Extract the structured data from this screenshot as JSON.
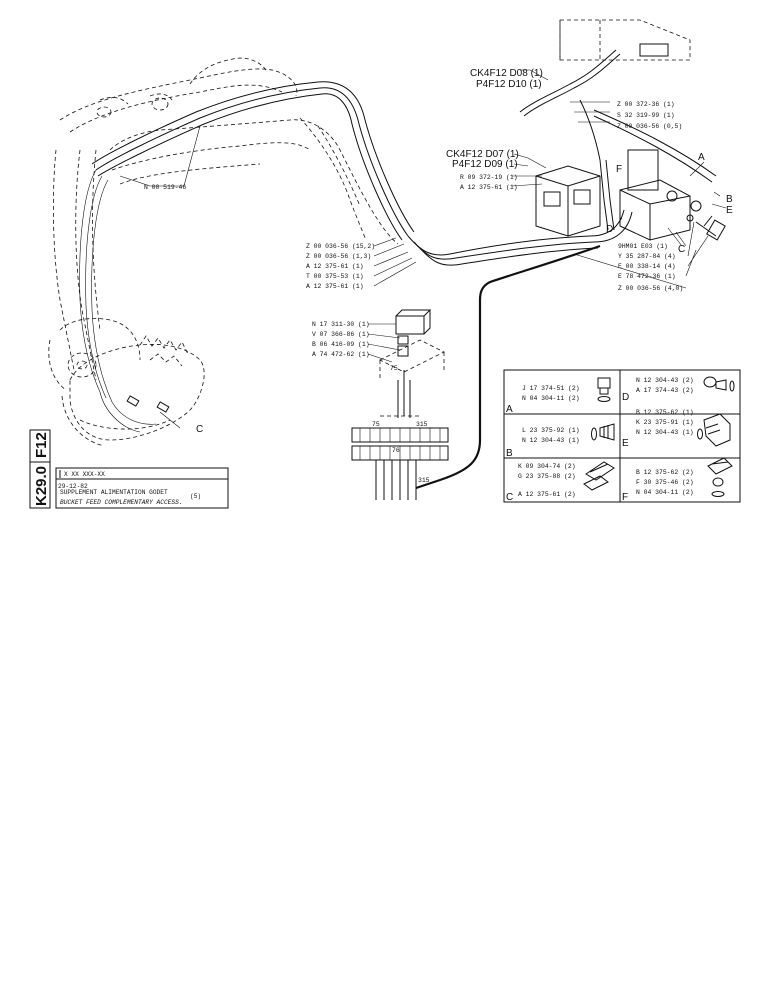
{
  "sheet": {
    "group_code": "F12",
    "page_code": "K29.0"
  },
  "title_block": {
    "ref_code": "X XX XXX-XX",
    "date": "29-12-82",
    "title_fr": "SUPPLEMENT ALIMENTATION GODET",
    "title_en": "BUCKET FEED COMPLEMENTARY ACCESS.",
    "page_ref": "(5)"
  },
  "boom_labels": {
    "n00519": "N 00 519-46"
  },
  "top_labels": {
    "ck4_a": "CK4F12 D08 (1)",
    "p4_a": "P4F12 D10 (1)",
    "z00372": "Z 00 372-36 (1)",
    "s32319": "S 32 319-99 (1)",
    "z00036_05": "Z 00 036-56 (0,5)",
    "ck4_b": "CK4F12 D07 (1)",
    "p4_b": "P4F12 D09 (1)",
    "r09372": "R 09 372-19 (1)",
    "a12375_top": "A 12 375-61 (1)"
  },
  "mid_labels": {
    "z00036_152": "Z 00 036-56 (15,2)",
    "z00036_13": "Z 00 036-56 (1,3)",
    "a12375_1": "A 12 375-61 (1)",
    "t00375": "T 00 375-53 (1)",
    "a12375_2": "A 12 375-61 (1)",
    "hm01": "9HM01 E03 (1)",
    "y35287": "Y 35 287-84 (4)",
    "e00338": "E 00 338-14 (4)",
    "e78472": "E 78 472-36 (1)",
    "z00036_40": "Z 00 036-56 (4,0)"
  },
  "electrical_labels": {
    "n17311": "N 17 311-30 (1)",
    "v07366": "V 07 366-86 (1)",
    "b06416": "B 06 416-09 (1)",
    "a74472": "A 74 472-62 (1)",
    "n75": "75",
    "n76": "76",
    "n315": "315"
  },
  "callouts": {
    "A": "A",
    "B": "B",
    "C": "C",
    "D": "D",
    "E": "E",
    "F": "F",
    "C_bucket": "C"
  },
  "detail_table": {
    "cells": [
      {
        "letter": "A",
        "lines": [
          "J 17 374-51 (2)",
          "N 04 304-11 (2)"
        ]
      },
      {
        "letter": "B",
        "lines": [
          "L 23 375-92 (1)",
          "N 12 304-43 (1)"
        ]
      },
      {
        "letter": "C",
        "lines": [
          "K 09 304-74 (2)",
          "G 23 375-88 (2)",
          "A 12 375-61 (2)"
        ]
      },
      {
        "letter": "D",
        "lines": [
          "N 12 304-43 (2)",
          "A 17 374-43 (2)"
        ]
      },
      {
        "letter": "E",
        "lines": [
          "B 12 375-62 (1)",
          "K 23 375-91 (1)",
          "N 12 304-43 (1)"
        ]
      },
      {
        "letter": "F",
        "lines": [
          "B 12 375-62 (2)",
          "F 30 375-46 (2)",
          "N 04 304-11 (2)"
        ]
      }
    ]
  }
}
